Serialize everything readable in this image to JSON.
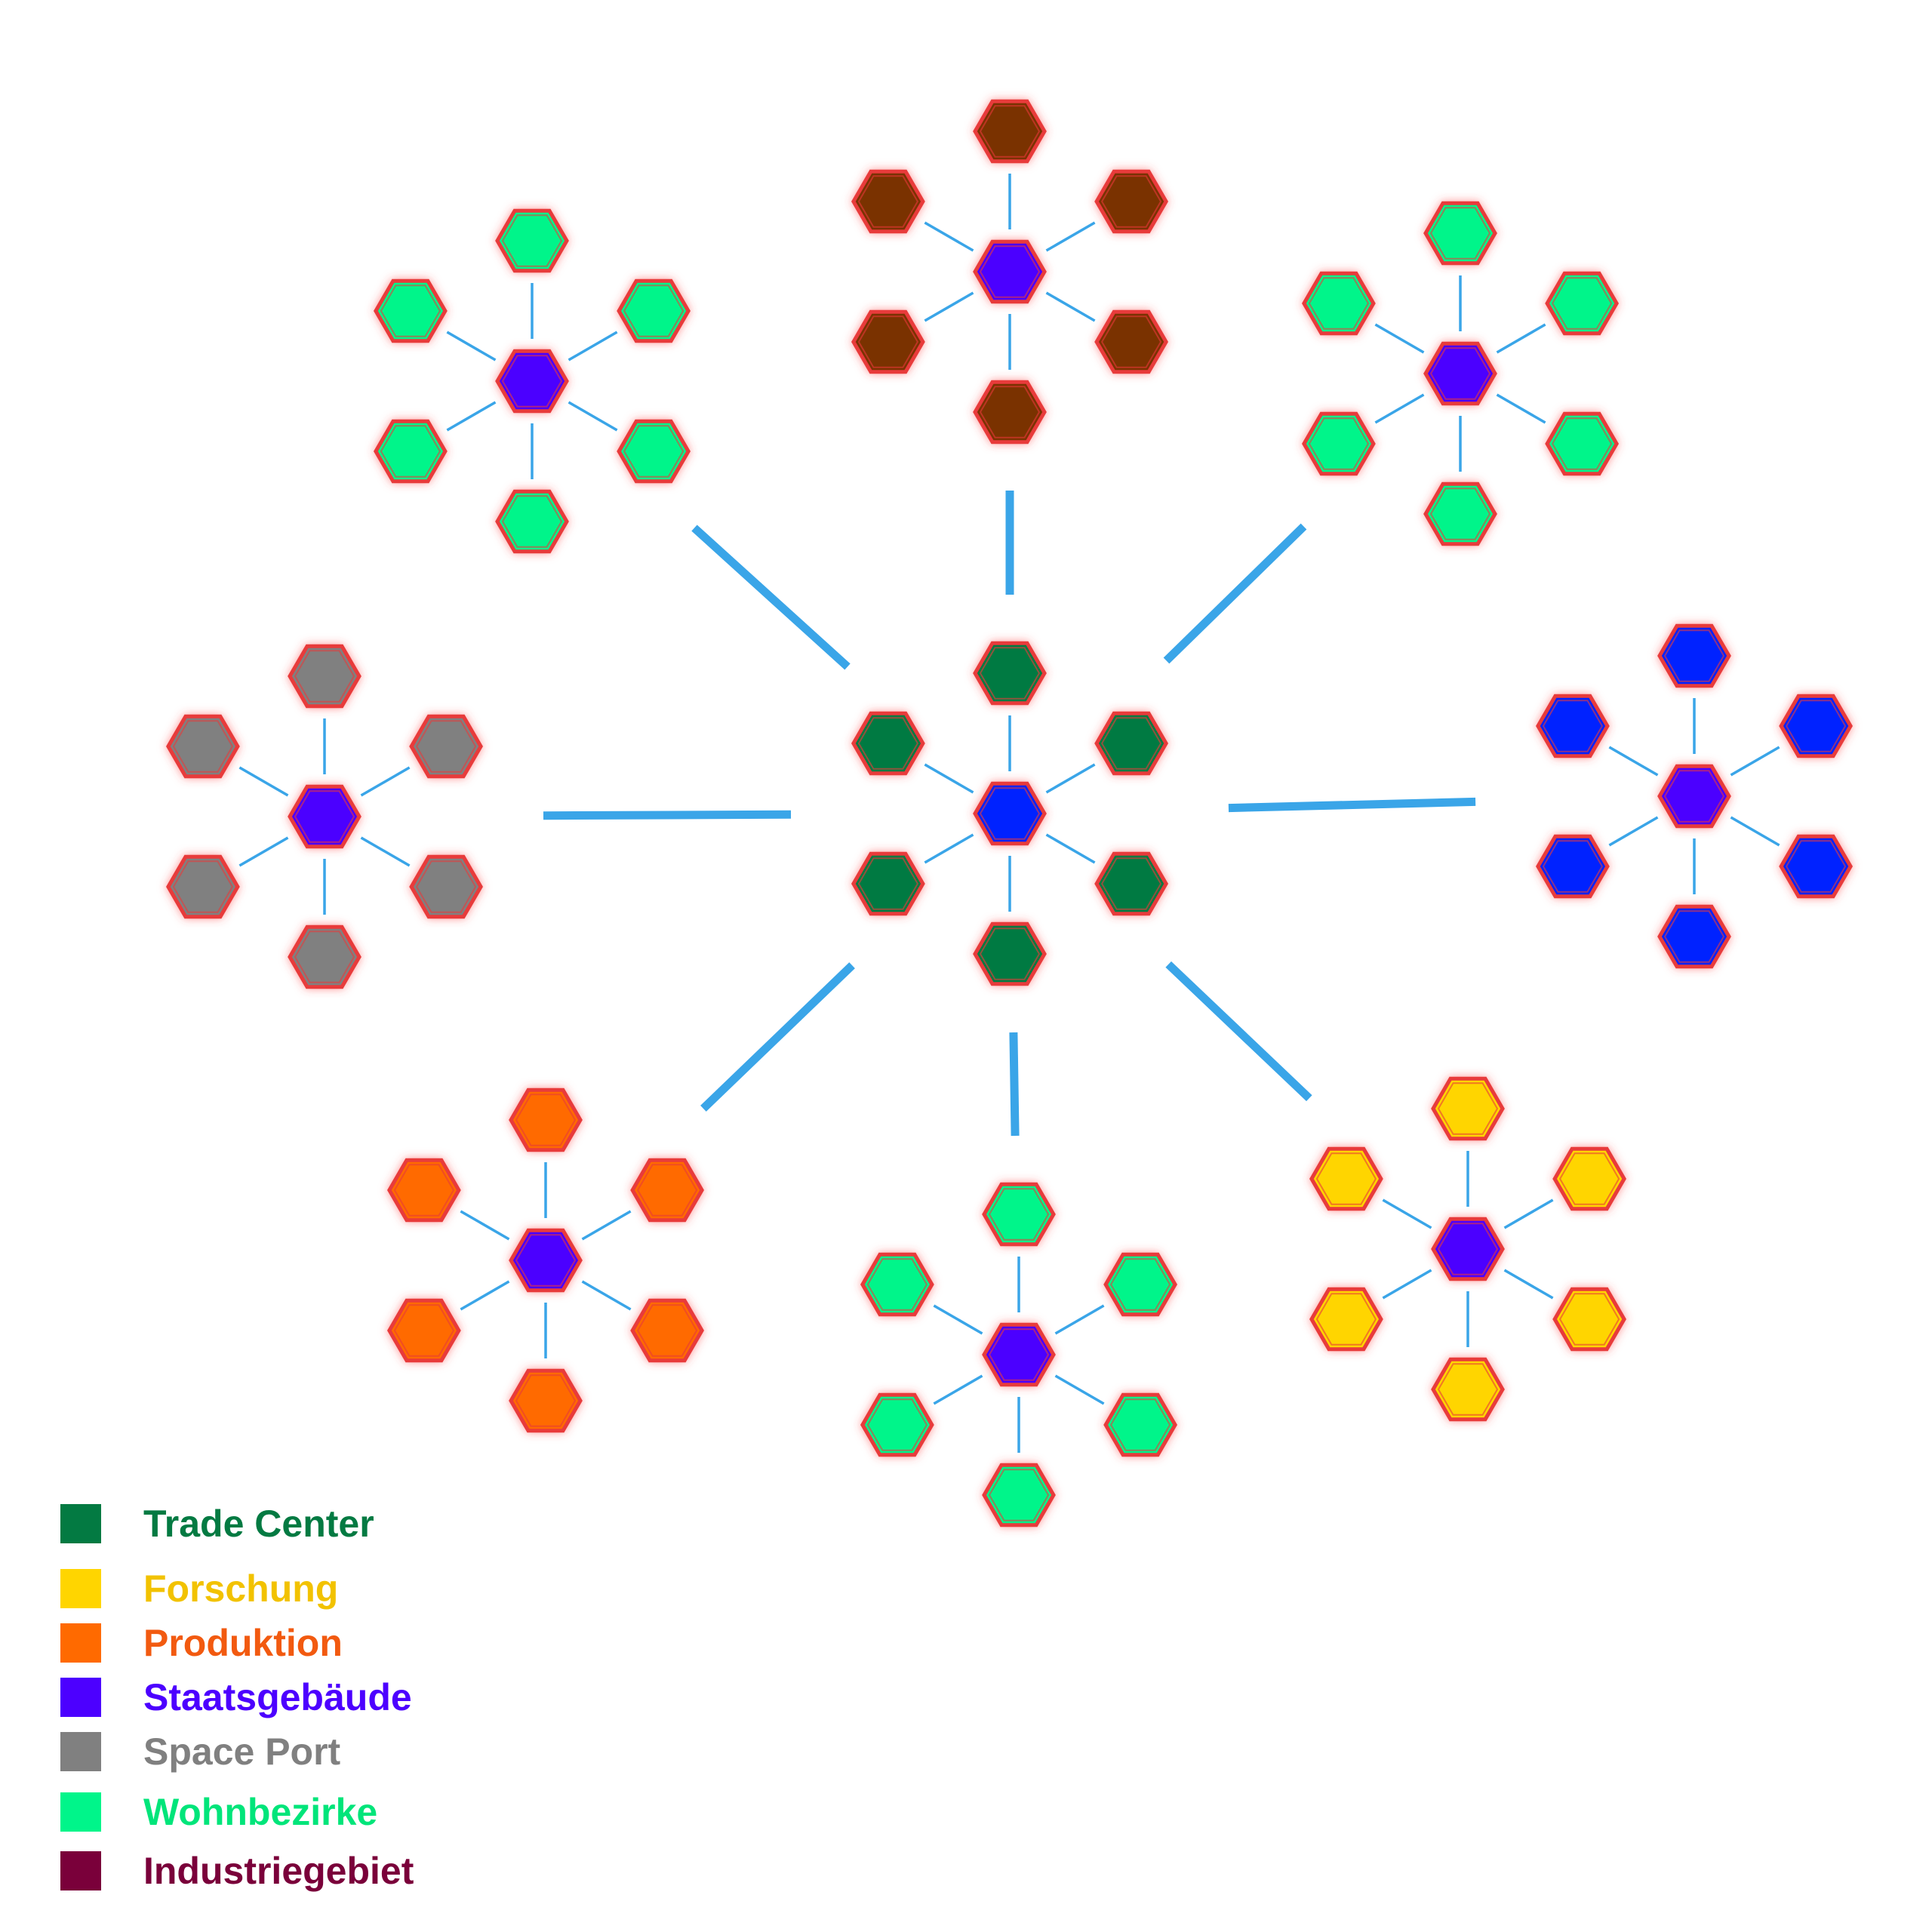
{
  "colors": {
    "trade_center": "#037a42",
    "forschung": "#ffd500",
    "produktion": "#ff6a00",
    "staatsgebaeude": "#4c00ff",
    "space_port": "#808080",
    "wohnbezirke": "#00f58a",
    "industriegebiet": "#7a003a",
    "industrial_node": "#7a3000",
    "hub_center": "#0022ff",
    "connector": "#3aa5e8",
    "node_border": "#e83a3a"
  },
  "legend": [
    {
      "label": "Trade Center",
      "color": "#037a42",
      "text_color": "#037a42"
    },
    {
      "label": "Forschung",
      "color": "#ffd500",
      "text_color": "#f2c200"
    },
    {
      "label": "Produktion",
      "color": "#ff6a00",
      "text_color": "#f25a10"
    },
    {
      "label": "Staatsgebäude",
      "color": "#4c00ff",
      "text_color": "#4c00ff"
    },
    {
      "label": "Space Port",
      "color": "#808080",
      "text_color": "#808080"
    },
    {
      "label": "Wohnbezirke",
      "color": "#00f58a",
      "text_color": "#00e57a"
    },
    {
      "label": "Industriegebiet",
      "color": "#7a003a",
      "text_color": "#7a003a"
    }
  ],
  "clusters": [
    {
      "name": "central-trade-hub",
      "center_type": "hub_center",
      "satellite_type": "trade_center",
      "satellites": 6
    },
    {
      "name": "north-industrial-cluster",
      "center_type": "staatsgebaeude",
      "satellite_type": "industrial_node",
      "satellites": 6
    },
    {
      "name": "northwest-residential-cluster",
      "center_type": "staatsgebaeude",
      "satellite_type": "wohnbezirke",
      "satellites": 6
    },
    {
      "name": "northeast-residential-cluster",
      "center_type": "staatsgebaeude",
      "satellite_type": "wohnbezirke",
      "satellites": 6
    },
    {
      "name": "west-spaceport-cluster",
      "center_type": "staatsgebaeude",
      "satellite_type": "space_port",
      "satellites": 6
    },
    {
      "name": "east-blue-cluster",
      "center_type": "staatsgebaeude",
      "satellite_type": "hub_center",
      "satellites": 6
    },
    {
      "name": "southwest-production-cluster",
      "center_type": "staatsgebaeude",
      "satellite_type": "produktion",
      "satellites": 6
    },
    {
      "name": "south-residential-cluster",
      "center_type": "staatsgebaeude",
      "satellite_type": "wohnbezirke",
      "satellites": 6
    },
    {
      "name": "southeast-research-cluster",
      "center_type": "staatsgebaeude",
      "satellite_type": "forschung",
      "satellites": 6
    }
  ]
}
